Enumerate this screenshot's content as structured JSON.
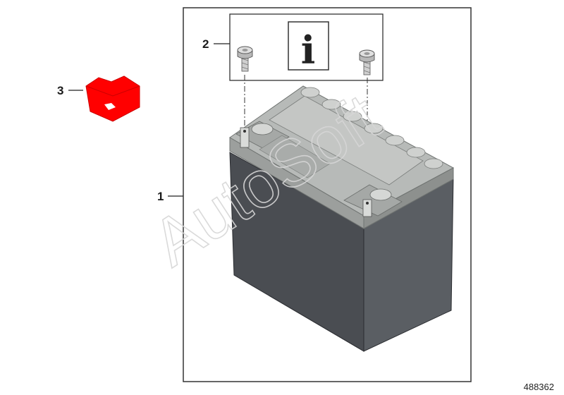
{
  "callouts": [
    {
      "id": "1",
      "part": "battery"
    },
    {
      "id": "2",
      "part": "terminal-screws"
    },
    {
      "id": "3",
      "part": "terminal-cap"
    }
  ],
  "info_symbol": "i",
  "watermark": "AutoSoft",
  "reference_number": "488362",
  "colors": {
    "battery_case": "#4a4d52",
    "battery_lid": "#b3b6b4",
    "terminal_cap": "#ff0000",
    "frame": "#333333"
  }
}
